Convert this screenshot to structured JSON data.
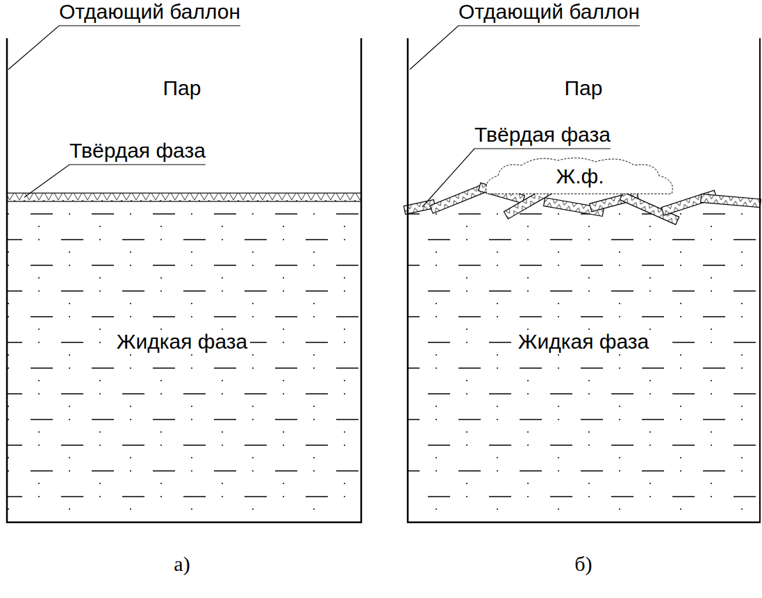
{
  "diagram": {
    "nodes": [
      {
        "text": [
          "Отдающий баллон",
          "Пар",
          "Твёрдая фаза",
          "Жидкая фаза"
        ]
      },
      {
        "text": [
          "Отдающий баллон",
          "Пар",
          "Твёрдая фаза",
          "Жидкая фаза"
        ]
      },
      {
        "text": [
          "Ж.ф."
        ],
        "in": 1
      }
    ],
    "labels": [
      "а)",
      "б)"
    ]
  }
}
